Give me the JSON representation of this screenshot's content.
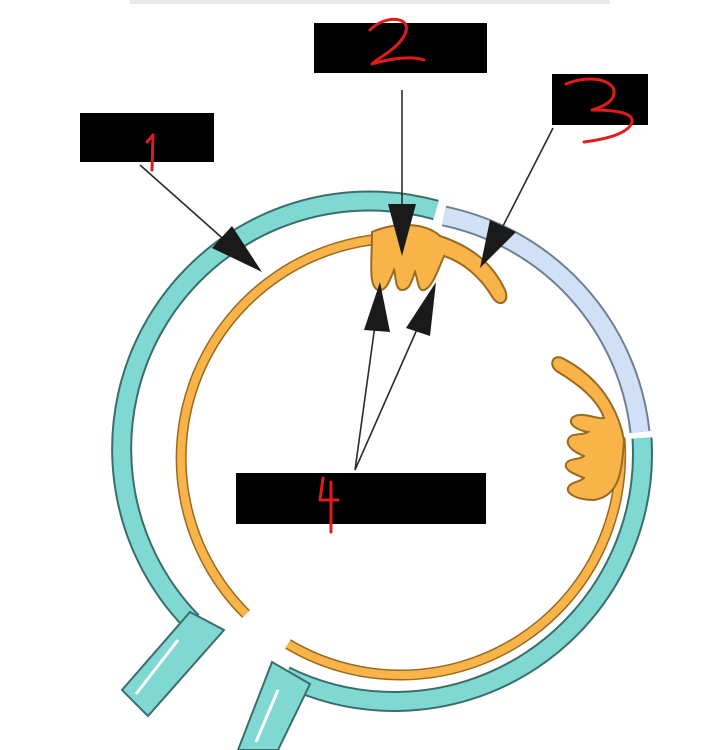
{
  "diagram": {
    "labels": [
      {
        "id": "1",
        "text": "",
        "handwritten_number": "1"
      },
      {
        "id": "2",
        "text": "",
        "handwritten_number": "2"
      },
      {
        "id": "3",
        "text": "",
        "handwritten_number": "3"
      },
      {
        "id": "4",
        "text": "",
        "handwritten_number": "4"
      }
    ],
    "colors": {
      "outer_wall": "#7fd8d2",
      "outer_wall_stroke": "#3a6e6c",
      "inner_layer": "#f8b449",
      "inner_layer_stroke": "#9a6a20",
      "thin_segment": "#cfe0f7",
      "thin_segment_stroke": "#6f7f96",
      "label_box": "#000000",
      "annotation_ink": "#e01b1b"
    }
  }
}
